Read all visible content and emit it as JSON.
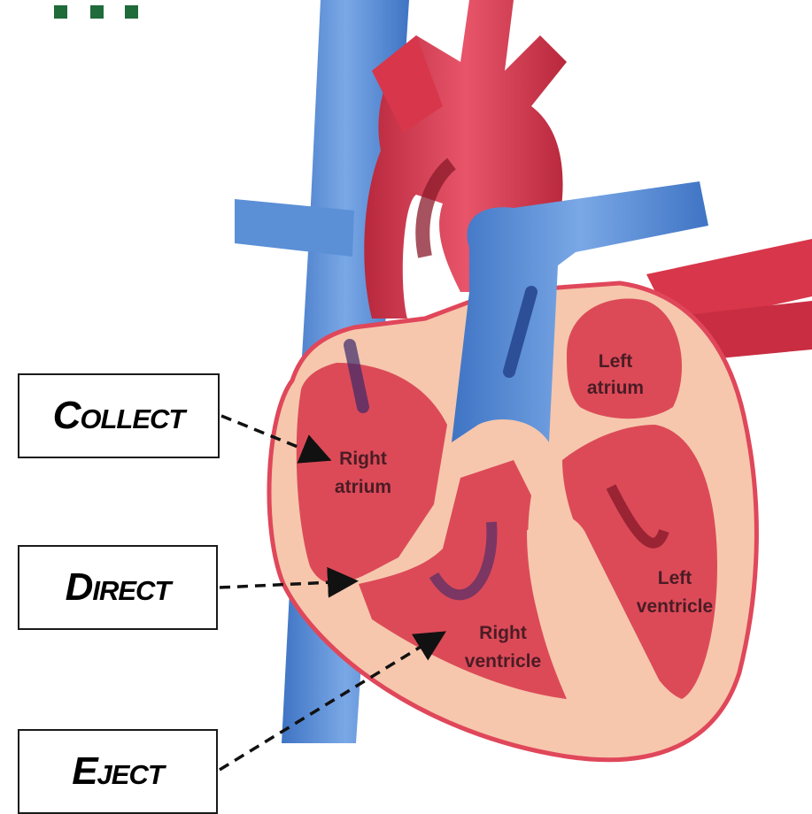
{
  "callouts": {
    "collect": "Collect",
    "direct": "Direct",
    "eject": "Eject"
  },
  "chambers": {
    "left_atrium": [
      "Left",
      "atrium"
    ],
    "right_atrium": [
      "Right",
      "atrium"
    ],
    "right_ventricle": [
      "Right",
      "ventricle"
    ],
    "left_ventricle": [
      "Left",
      "ventricle"
    ]
  },
  "colors": {
    "vein_blue": "#5b8fd6",
    "artery_red": "#d8364a",
    "muscle_pink": "#f6c7ad",
    "chamber_red": "#dc4a58",
    "accent_green": "#1f6b3a"
  }
}
